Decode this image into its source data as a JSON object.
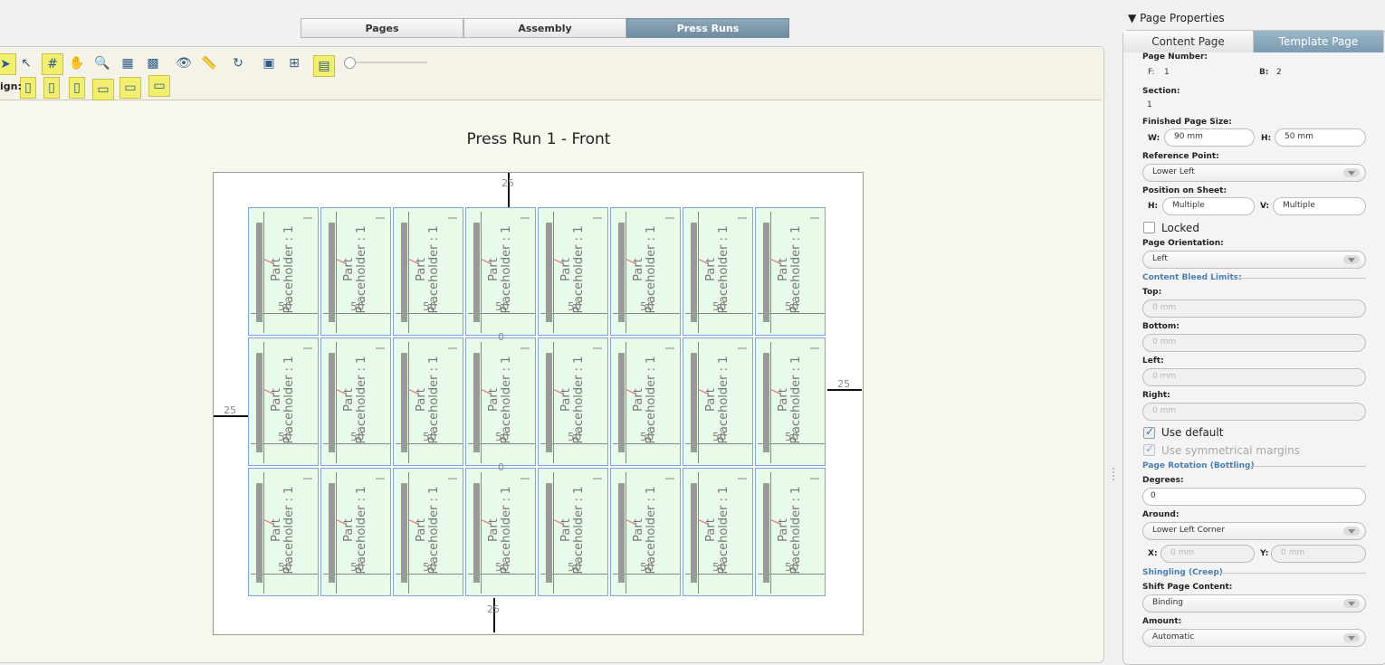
{
  "tabs": [
    {
      "label": "Pages"
    },
    {
      "label": "Assembly"
    },
    {
      "label": "Press Runs"
    }
  ],
  "toolbar": {
    "align_label": "ign:"
  },
  "canvas": {
    "title": "Press Run 1 - Front",
    "margins": {
      "top": "25",
      "bottom": "25",
      "left": "25",
      "right": "25"
    },
    "cell_label_line1": "Part",
    "cell_label_line2": "Placeholder : 1",
    "cell_dim": "50",
    "gap_label": "0",
    "rows": 3,
    "cols": 8
  },
  "properties": {
    "header": "Page Properties",
    "tabs": [
      "Content Page",
      "Template Page"
    ],
    "page_number_label": "Page Number:",
    "page_number_f_label": "F:",
    "page_number_f": "1",
    "page_number_b_label": "B:",
    "page_number_b": "2",
    "section_label": "Section:",
    "section": "1",
    "finished_size_label": "Finished Page Size:",
    "w_label": "W:",
    "w_value": "90 mm",
    "h_label": "H:",
    "h_value": "50 mm",
    "ref_point_label": "Reference Point:",
    "ref_point": "Lower Left",
    "position_label": "Position on Sheet:",
    "pos_h_label": "H:",
    "pos_h": "Multiple",
    "pos_v_label": "V:",
    "pos_v": "Multiple",
    "locked_label": "Locked",
    "orientation_label": "Page Orientation:",
    "orientation": "Left",
    "bleed_section": "Content Bleed Limits:",
    "top_label": "Top:",
    "top_value": "0 mm",
    "bottom_label": "Bottom:",
    "bottom_value": "0 mm",
    "left_label": "Left:",
    "left_value": "0 mm",
    "right_label": "Right:",
    "right_value": "0 mm",
    "use_default_label": "Use default",
    "use_symmetrical_label": "Use symmetrical margins",
    "rotation_section": "Page Rotation (Bottling)",
    "degrees_label": "Degrees:",
    "degrees": "0",
    "around_label": "Around:",
    "around": "Lower Left Corner",
    "x_label": "X:",
    "x_value": "0 mm",
    "y_label": "Y:",
    "y_value": "0 mm",
    "shingling_section": "Shingling (Creep)",
    "shift_label": "Shift Page Content:",
    "shift": "Binding",
    "amount_label": "Amount:",
    "amount": "Automatic"
  }
}
